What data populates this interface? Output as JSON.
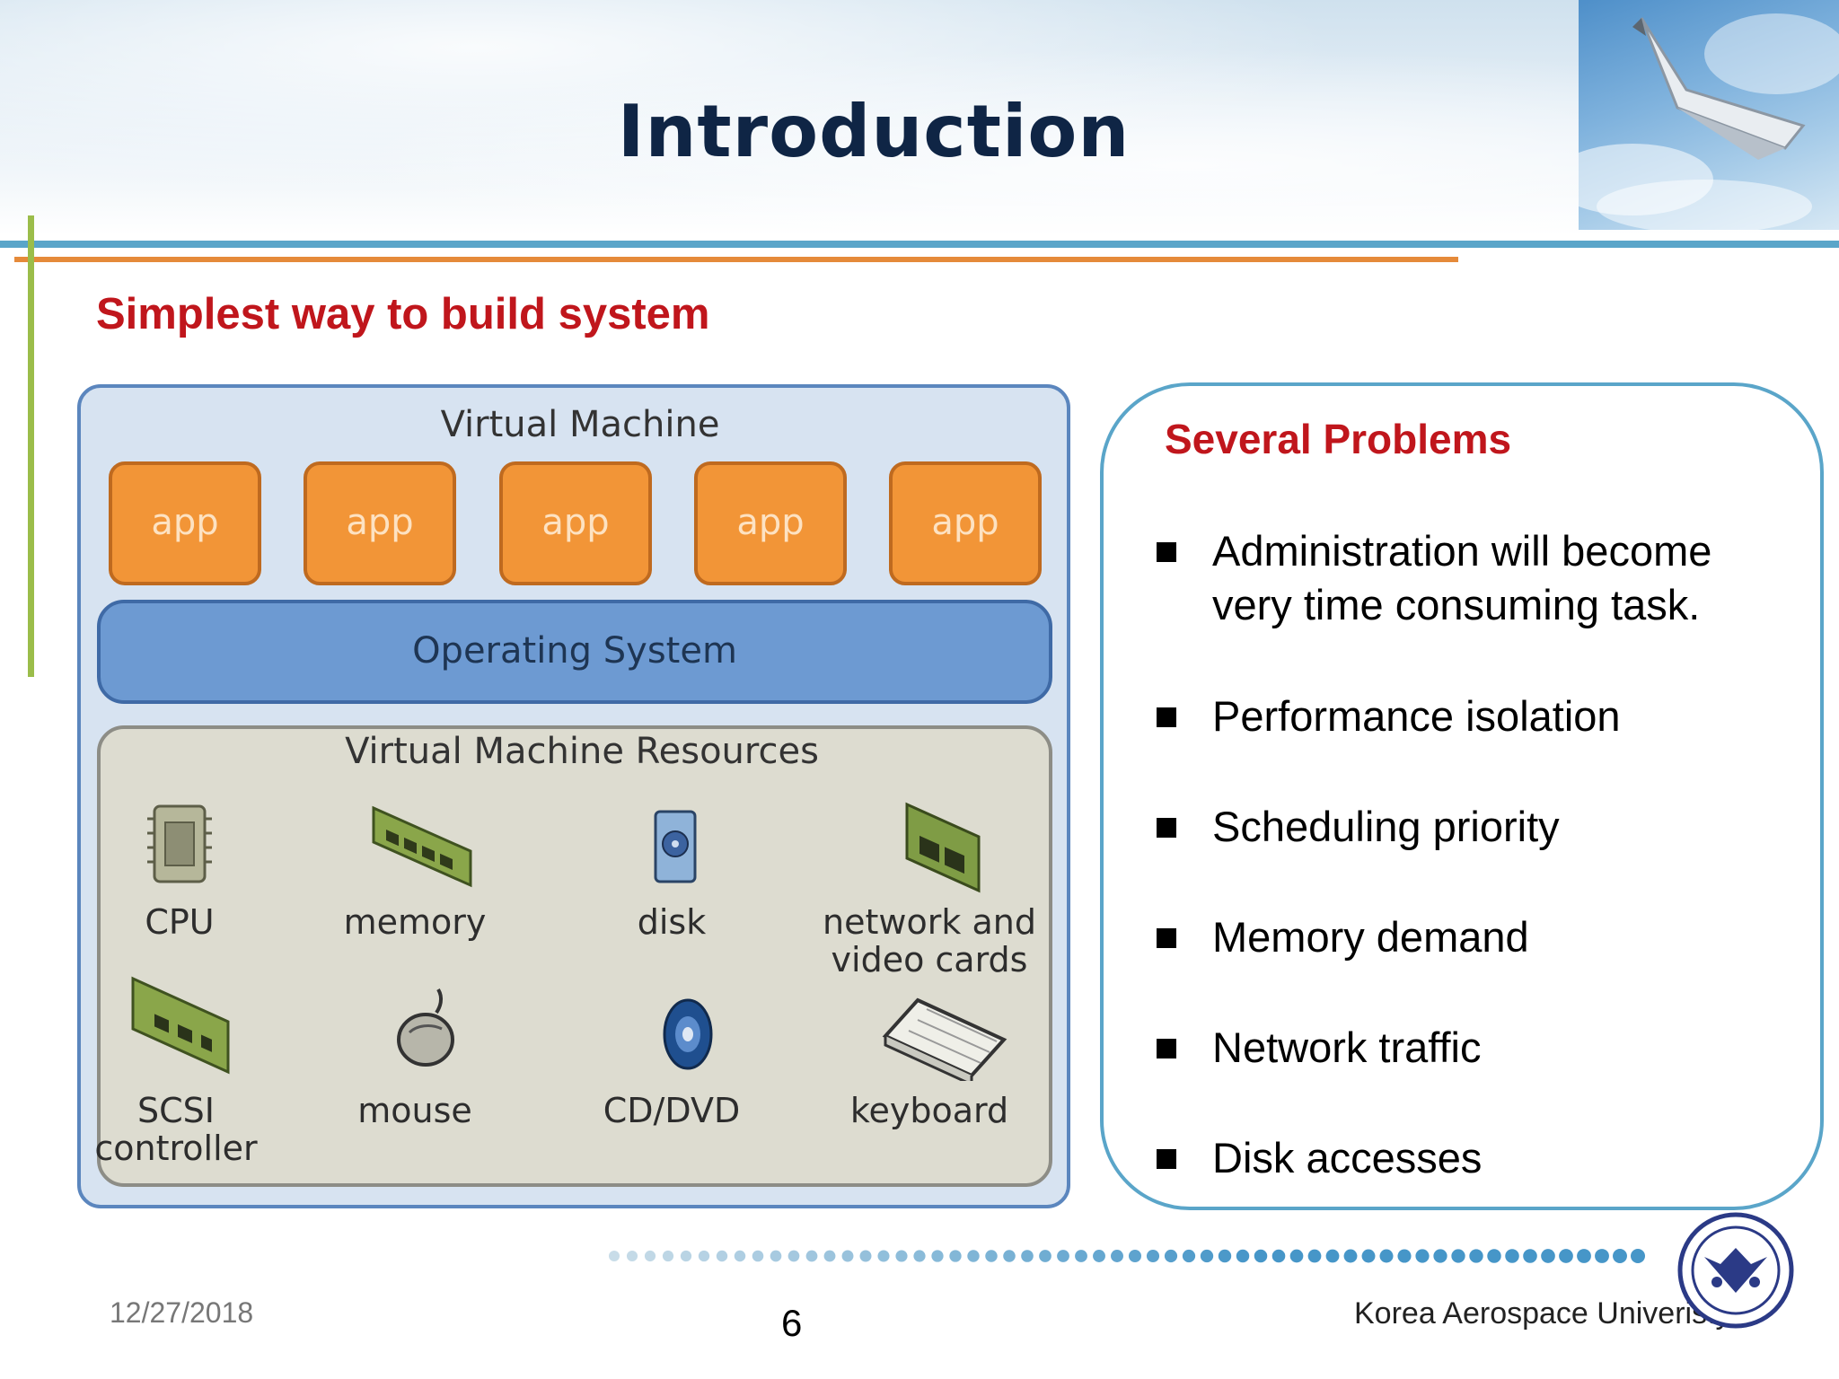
{
  "header": {
    "title": "Introduction"
  },
  "subtitle": "Simplest way to build system",
  "diagram": {
    "vm_label": "Virtual Machine",
    "apps": [
      "app",
      "app",
      "app",
      "app",
      "app"
    ],
    "os_label": "Operating System",
    "resources_label": "Virtual Machine Resources",
    "resources": [
      {
        "label": "CPU",
        "icon": "cpu-icon"
      },
      {
        "label": "memory",
        "icon": "memory-icon"
      },
      {
        "label": "disk",
        "icon": "disk-icon"
      },
      {
        "label": "network and\nvideo cards",
        "icon": "network-card-icon"
      },
      {
        "label": "SCSI\ncontroller",
        "icon": "scsi-controller-icon"
      },
      {
        "label": "mouse",
        "icon": "mouse-icon"
      },
      {
        "label": "CD/DVD",
        "icon": "cd-dvd-icon"
      },
      {
        "label": "keyboard",
        "icon": "keyboard-icon"
      }
    ]
  },
  "problems": {
    "title": "Several Problems",
    "items": [
      "Administration will become very time consuming task.",
      "Performance isolation",
      "Scheduling priority",
      "Memory demand",
      "Network traffic",
      "Disk accesses"
    ]
  },
  "footer": {
    "date": "12/27/2018",
    "page_number": "6",
    "university": "Korea Aerospace Univeristy"
  },
  "colors": {
    "title": "#0f2545",
    "accent_red": "#c0161c",
    "rule_blue": "#5aa5c9",
    "rule_orange": "#e58a3a",
    "rule_green": "#9bbd4a",
    "app_orange": "#f29537",
    "os_blue": "#6d9ad2"
  }
}
